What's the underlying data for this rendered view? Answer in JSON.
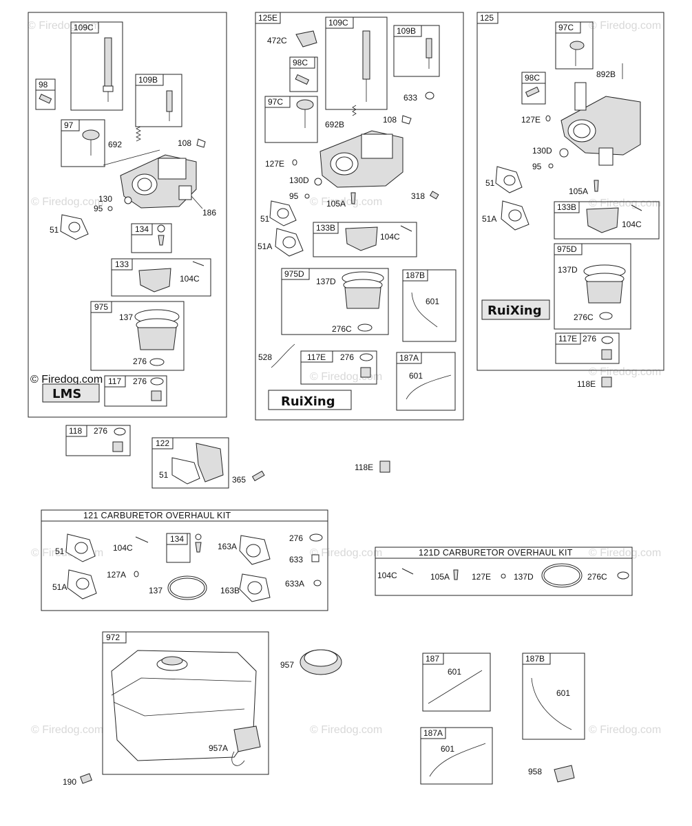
{
  "watermark": "© Firedog.com",
  "panels": {
    "left": {
      "callouts": {
        "c109C": "109C",
        "c98": "98",
        "c109B": "109B",
        "c97": "97",
        "c692": "692",
        "c108": "108",
        "c130": "130",
        "c95": "95",
        "c51": "51",
        "c186": "186",
        "c134": "134",
        "c133": "133",
        "c104C": "104C",
        "c975": "975",
        "c137": "137",
        "c276a": "276",
        "c117": "117",
        "c276b": "276"
      },
      "brand": "LMS",
      "site": "© Firedog.com"
    },
    "middle": {
      "callouts": {
        "c125E": "125E",
        "c472C": "472C",
        "c109C": "109C",
        "c109B": "109B",
        "c98C": "98C",
        "c633": "633",
        "c97C": "97C",
        "c692B": "692B",
        "c108": "108",
        "c127E": "127E",
        "c130D": "130D",
        "c95": "95",
        "c105A": "105A",
        "c318": "318",
        "c51": "51",
        "c133B": "133B",
        "c104C": "104C",
        "c51A": "51A",
        "c975D": "975D",
        "c137D": "137D",
        "c276C": "276C",
        "c187B": "187B",
        "c601a": "601",
        "c528": "528",
        "c117E": "117E",
        "c276": "276",
        "c187A": "187A",
        "c601b": "601"
      },
      "brand": "RuiXing"
    },
    "right": {
      "callouts": {
        "c125": "125",
        "c97C": "97C",
        "c98C": "98C",
        "c892B": "892B",
        "c127E": "127E",
        "c130D": "130D",
        "c95": "95",
        "c51": "51",
        "c105A": "105A",
        "c51A": "51A",
        "c133B": "133B",
        "c104C": "104C",
        "c975D": "975D",
        "c137D": "137D",
        "c276C": "276C",
        "c117E": "117E",
        "c276": "276"
      },
      "brand": "RuiXing",
      "c118E": "118E"
    }
  },
  "loose": {
    "c118": "118",
    "c276": "276",
    "c122": "122",
    "c51": "51",
    "c365": "365",
    "c118E": "118E"
  },
  "kit121": {
    "title": "121 CARBURETOR OVERHAUL KIT",
    "callouts": {
      "c51": "51",
      "c104C": "104C",
      "c134": "134",
      "c163A": "163A",
      "c276": "276",
      "c633": "633",
      "c51A": "51A",
      "c127A": "127A",
      "c137": "137",
      "c163B": "163B",
      "c633A": "633A"
    }
  },
  "kit121D": {
    "title": "121D CARBURETOR OVERHAUL KIT",
    "callouts": {
      "c104C": "104C",
      "c105A": "105A",
      "c127E": "127E",
      "c137D": "137D",
      "c276C": "276C"
    }
  },
  "tank": {
    "callouts": {
      "c972": "972",
      "c957": "957",
      "c957A": "957A",
      "c190": "190"
    }
  },
  "lines": {
    "callouts": {
      "c187": "187",
      "c601a": "601",
      "c187B": "187B",
      "c601b": "601",
      "c187A": "187A",
      "c601c": "601",
      "c958": "958"
    }
  }
}
